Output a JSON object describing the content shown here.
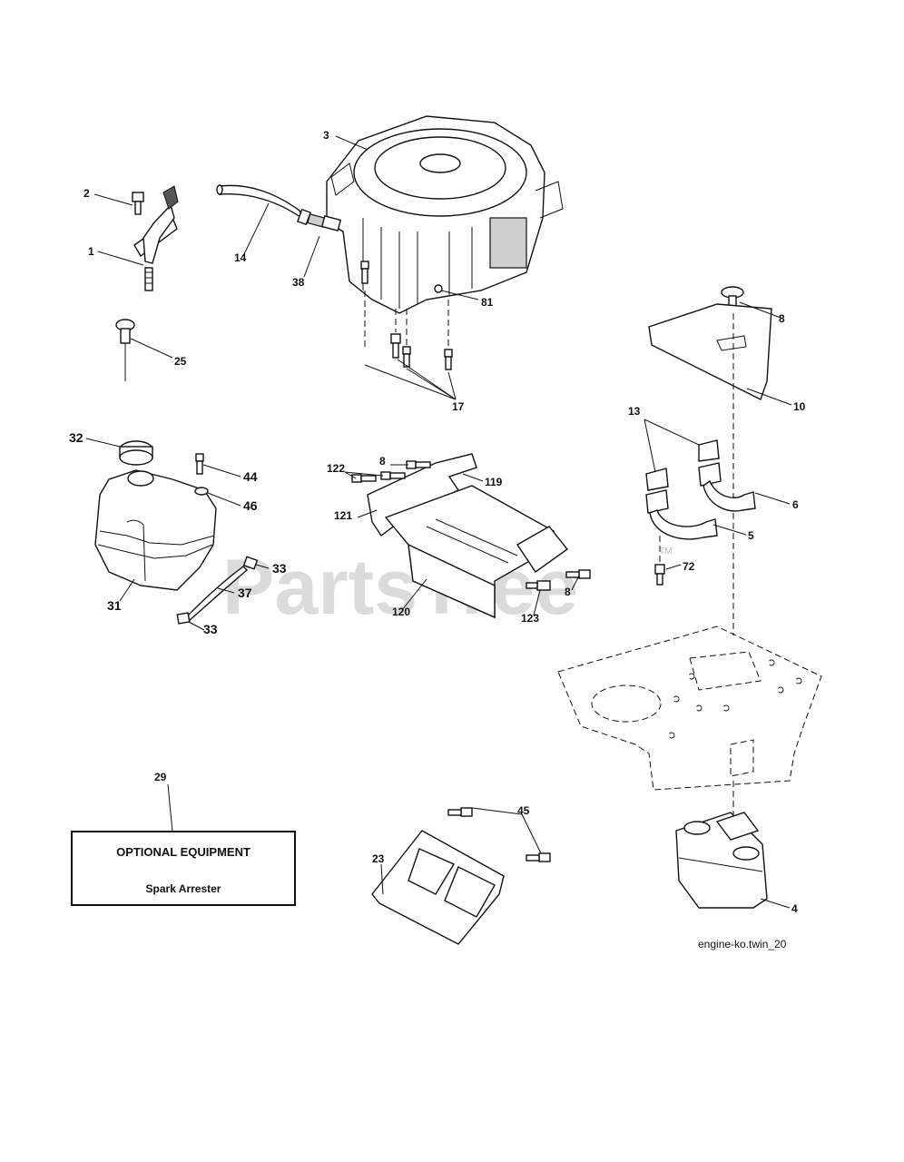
{
  "watermark": {
    "text": "PartsTree",
    "mark": "TM"
  },
  "callouts": {
    "c1": "1",
    "c2": "2",
    "c3": "3",
    "c4": "4",
    "c5": "5",
    "c6": "6",
    "c8a": "8",
    "c8b": "8",
    "c8c": "8",
    "c10": "10",
    "c13": "13",
    "c14": "14",
    "c17": "17",
    "c23": "23",
    "c25": "25",
    "c29": "29",
    "c31": "31",
    "c32": "32",
    "c33a": "33",
    "c33b": "33",
    "c37": "37",
    "c38": "38",
    "c44": "44",
    "c45": "45",
    "c46": "46",
    "c72": "72",
    "c81": "81",
    "c119": "119",
    "c120": "120",
    "c121": "121",
    "c122": "122",
    "c123": "123"
  },
  "optional_box": {
    "title": "OPTIONAL EQUIPMENT",
    "item": "Spark Arrester"
  },
  "diagram_ref": "engine-ko.twin_20"
}
